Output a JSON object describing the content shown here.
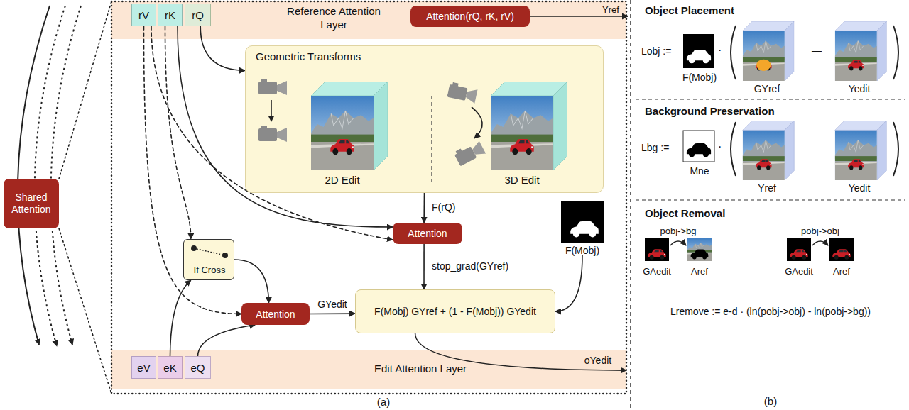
{
  "diagram": {
    "nodes": [
      {
        "text": [
          "Shared Attention"
        ]
      },
      {
        "text": [
          "(a)"
        ]
      },
      {
        "text": [
          "Reference Attention Layer"
        ],
        "in": 1
      },
      {
        "text": [
          "rV"
        ],
        "in": 2
      },
      {
        "text": [
          "rK"
        ],
        "in": 2
      },
      {
        "text": [
          "rQ"
        ],
        "in": 2
      },
      {
        "text": [
          "Attention(rQ, rK, rV)"
        ],
        "in": 2
      },
      {
        "text": [
          "Geometric Transforms",
          "2D Edit",
          "3D Edit"
        ],
        "in": 1
      },
      {
        "text": [
          "Attention"
        ],
        "in": 1
      },
      {
        "text": [
          "If Cross"
        ],
        "in": 1
      },
      {
        "text": [
          "Attention"
        ],
        "in": 1
      },
      {
        "text": [
          "F(Mobj) GYref + (1 - F(Mobj)) GYedit"
        ],
        "in": 1
      },
      {
        "text": [
          "Edit Attention Layer"
        ],
        "in": 1
      },
      {
        "text": [
          "eV"
        ],
        "in": 12
      },
      {
        "text": [
          "eK"
        ],
        "in": 12
      },
      {
        "text": [
          "eQ"
        ],
        "in": 12
      },
      {
        "text": [
          "F(Mobj)"
        ],
        "in": 1
      }
    ],
    "edges": [
      {
        "from": 0,
        "to": 1,
        "arrow": "none"
      },
      {
        "from": 0,
        "to": 1,
        "arrow": "none"
      },
      {
        "from": 5,
        "to": 7,
        "arrow": "to"
      },
      {
        "from": 4,
        "to": 8,
        "arrow": "to"
      },
      {
        "from": 3,
        "to": 8,
        "arrow": "to"
      },
      {
        "from": 4,
        "to": 9,
        "arrow": "to"
      },
      {
        "from": 3,
        "to": 10,
        "arrow": "to"
      },
      {
        "from": 7,
        "to": 8,
        "label": "F(rQ)",
        "arrow": "to"
      },
      {
        "from": 8,
        "to": 11,
        "label": "stop_grad(GYref)",
        "arrow": "to"
      },
      {
        "from": 9,
        "to": 10,
        "arrow": "to"
      },
      {
        "from": 14,
        "to": 9,
        "arrow": "to"
      },
      {
        "from": 15,
        "to": 10,
        "arrow": "to"
      },
      {
        "from": 10,
        "to": 11,
        "label": "GYedit",
        "arrow": "to"
      },
      {
        "from": 16,
        "to": 11,
        "arrow": "to"
      },
      {
        "from": 11,
        "to": 12,
        "label": "oYedit",
        "arrow": "to"
      }
    ],
    "labels": [
      "Yref",
      "Object Placement",
      "Lobj :=",
      "F(Mobj)",
      "·",
      "GYref",
      "—",
      "Yedit",
      "Background Preservation",
      "Lbg :=",
      "Mne",
      "·",
      "Yref",
      "—",
      "Yedit",
      "Object Removal",
      "GAedit",
      "pobj->bg",
      "Aref",
      "GAedit",
      "pobj->obj",
      "Aref",
      "Lremove := e-d · (ln(pobj->obj) - ln(pobj->bg))",
      "(b)"
    ]
  }
}
